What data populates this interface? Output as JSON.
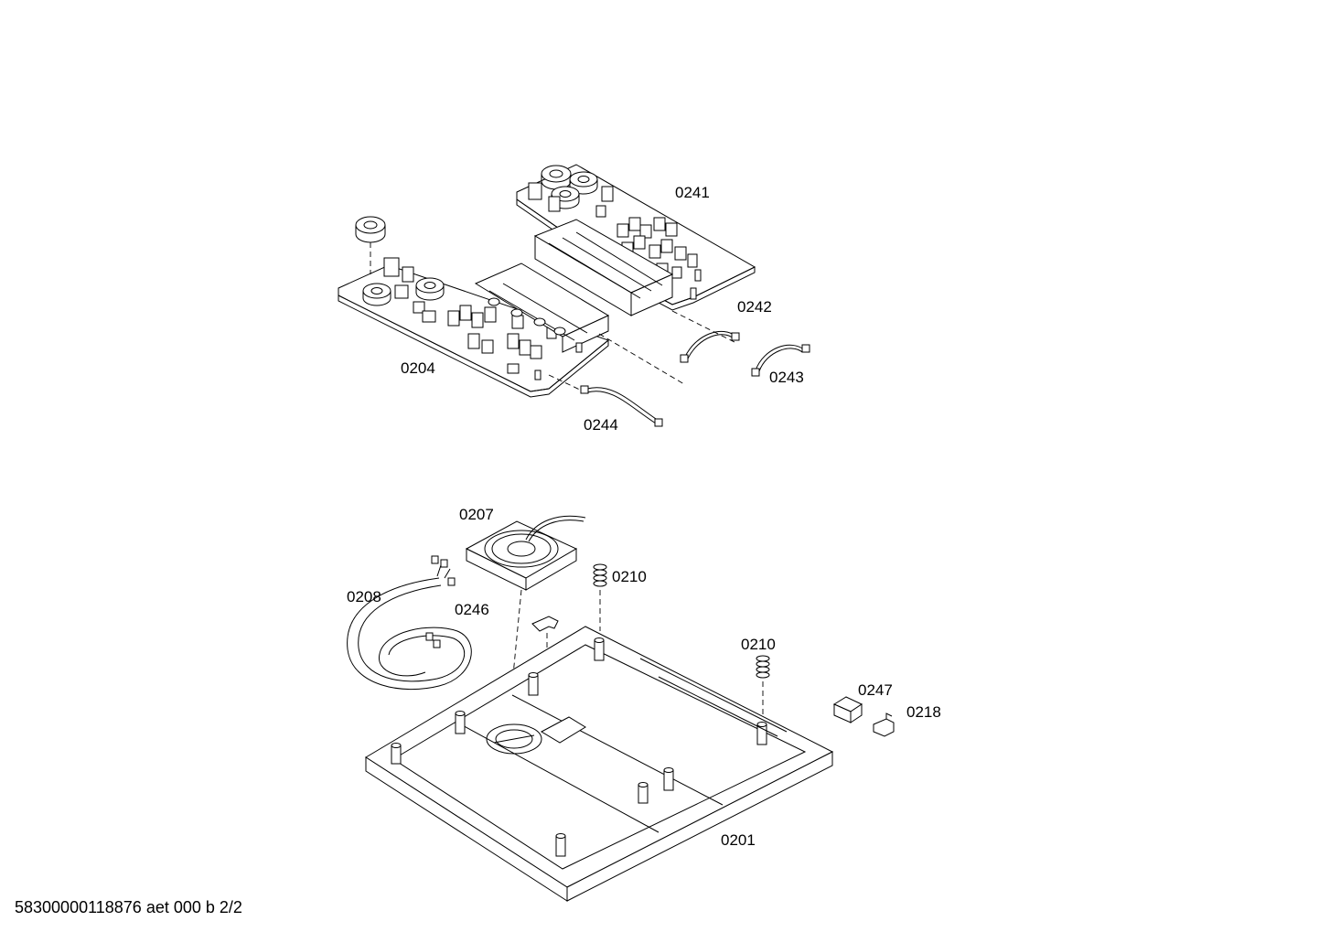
{
  "diagram": {
    "labels": {
      "p0241": "0241",
      "p0242": "0242",
      "p0243": "0243",
      "p0204": "0204",
      "p0244": "0244",
      "p0207": "0207",
      "p0210a": "0210",
      "p0208": "0208",
      "p0246": "0246",
      "p0210b": "0210",
      "p0247": "0247",
      "p0218": "0218",
      "p0201": "0201"
    },
    "footer": "58300000118876 aet 000 b 2/2"
  }
}
